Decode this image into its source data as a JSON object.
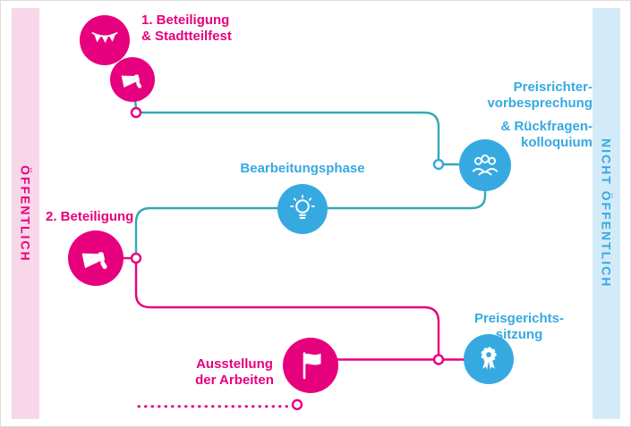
{
  "bands": {
    "left": {
      "label": "ÖFFENTLICH"
    },
    "right": {
      "label": "NICHT ÖFFENTLICH"
    }
  },
  "colors": {
    "pink": "#e6007e",
    "blue": "#36a9e1",
    "teal": "#35a8b2",
    "band-pink-bg": "#f8d7e8",
    "band-blue-bg": "#d3eaf8"
  },
  "steps": {
    "participation1": {
      "line1": "1. Beteiligung",
      "line2": "& Stadtteilfest",
      "icons": [
        "bunting-icon",
        "megaphone-icon"
      ]
    },
    "jury_briefing": {
      "line1": "Preisrichter-",
      "line2": "vorbesprechung",
      "line3": "& Rückfragen-",
      "line4": "kolloquium",
      "icon": "audience-icon"
    },
    "working_phase": {
      "label": "Bearbeitungsphase",
      "icon": "lightbulb-icon"
    },
    "participation2": {
      "label": "2. Beteiligung",
      "icon": "megaphone-icon"
    },
    "jury_session": {
      "line1": "Preisgerichts-",
      "line2": "sitzung",
      "icon": "rosette-icon"
    },
    "exhibition": {
      "line1": "Ausstellung",
      "line2": "der Arbeiten",
      "icon": "flag-icon"
    }
  }
}
